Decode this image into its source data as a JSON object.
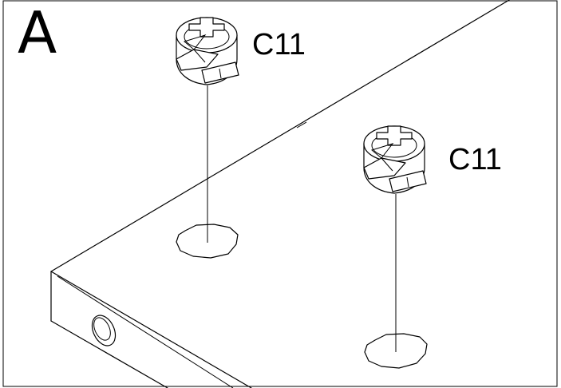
{
  "step": {
    "label": "A"
  },
  "parts": [
    {
      "label": "C11"
    },
    {
      "label": "C11"
    }
  ]
}
